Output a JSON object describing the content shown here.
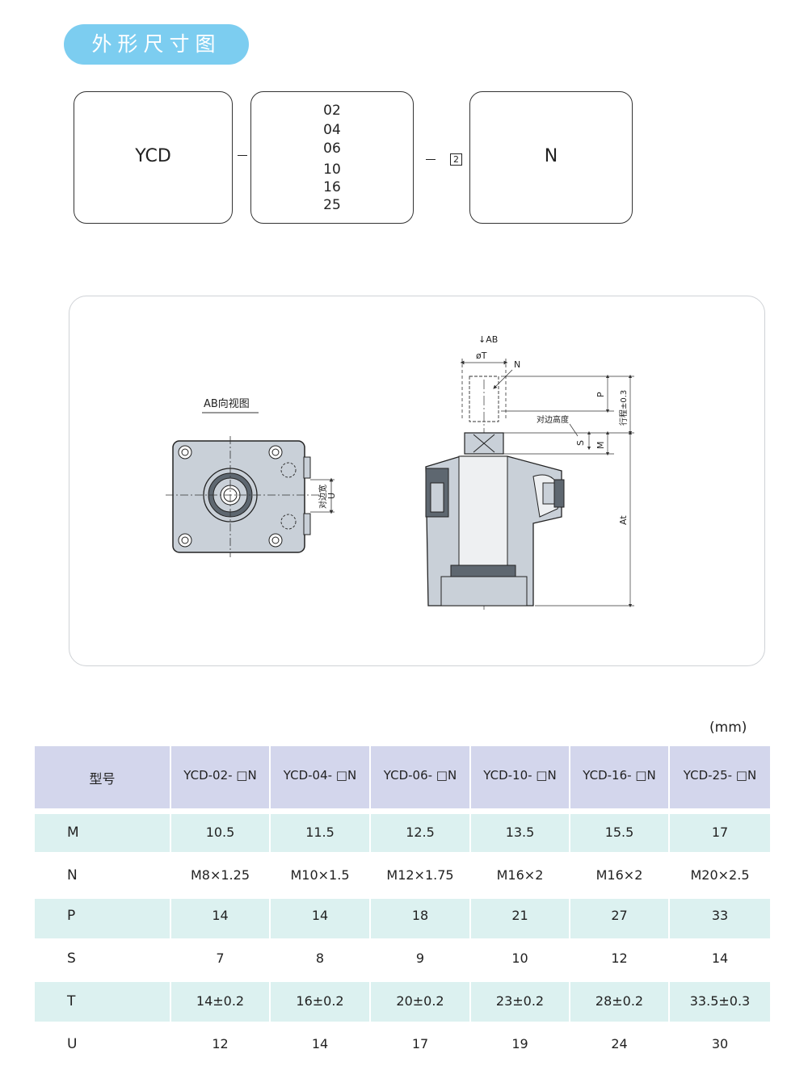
{
  "header": {
    "title": "外形尺寸图"
  },
  "model_code": {
    "prefix": "YCD",
    "sizes": [
      "02",
      "04",
      "06",
      "10",
      "16",
      "25"
    ],
    "option": "2",
    "suffix": "N"
  },
  "drawing": {
    "ab_view_title": "AB向视图",
    "width_across_flats": "对边宽",
    "u_label": "U",
    "ab_arrow": "↓AB",
    "phi_t": "øT",
    "n_label": "N",
    "height_across_flats": "对边高度",
    "p_label": "P",
    "stroke_label": "行程±0.3",
    "s_label": "S",
    "m_label": "M",
    "at_label": "At"
  },
  "table": {
    "unit": "(mm)",
    "header": [
      "型号",
      "YCD-02- □N",
      "YCD-04- □N",
      "YCD-06- □N",
      "YCD-10- □N",
      "YCD-16- □N",
      "YCD-25- □N"
    ],
    "rows": [
      [
        "M",
        "10.5",
        "11.5",
        "12.5",
        "13.5",
        "15.5",
        "17"
      ],
      [
        "N",
        "M8×1.25",
        "M10×1.5",
        "M12×1.75",
        "M16×2",
        "M16×2",
        "M20×2.5"
      ],
      [
        "P",
        "14",
        "14",
        "18",
        "21",
        "27",
        "33"
      ],
      [
        "S",
        "7",
        "8",
        "9",
        "10",
        "12",
        "14"
      ],
      [
        "T",
        "14±0.2",
        "16±0.2",
        "20±0.2",
        "23±0.2",
        "28±0.2",
        "33.5±0.3"
      ],
      [
        "U",
        "12",
        "14",
        "17",
        "19",
        "24",
        "30"
      ]
    ]
  },
  "colors": {
    "title_pill": "#7ccdf0",
    "table_header_bg": "#d3d6ec",
    "table_stripe_bg": "#dcf1f0",
    "drawing_fill": "#c9d0d8",
    "drawing_dark": "#5e6770"
  }
}
